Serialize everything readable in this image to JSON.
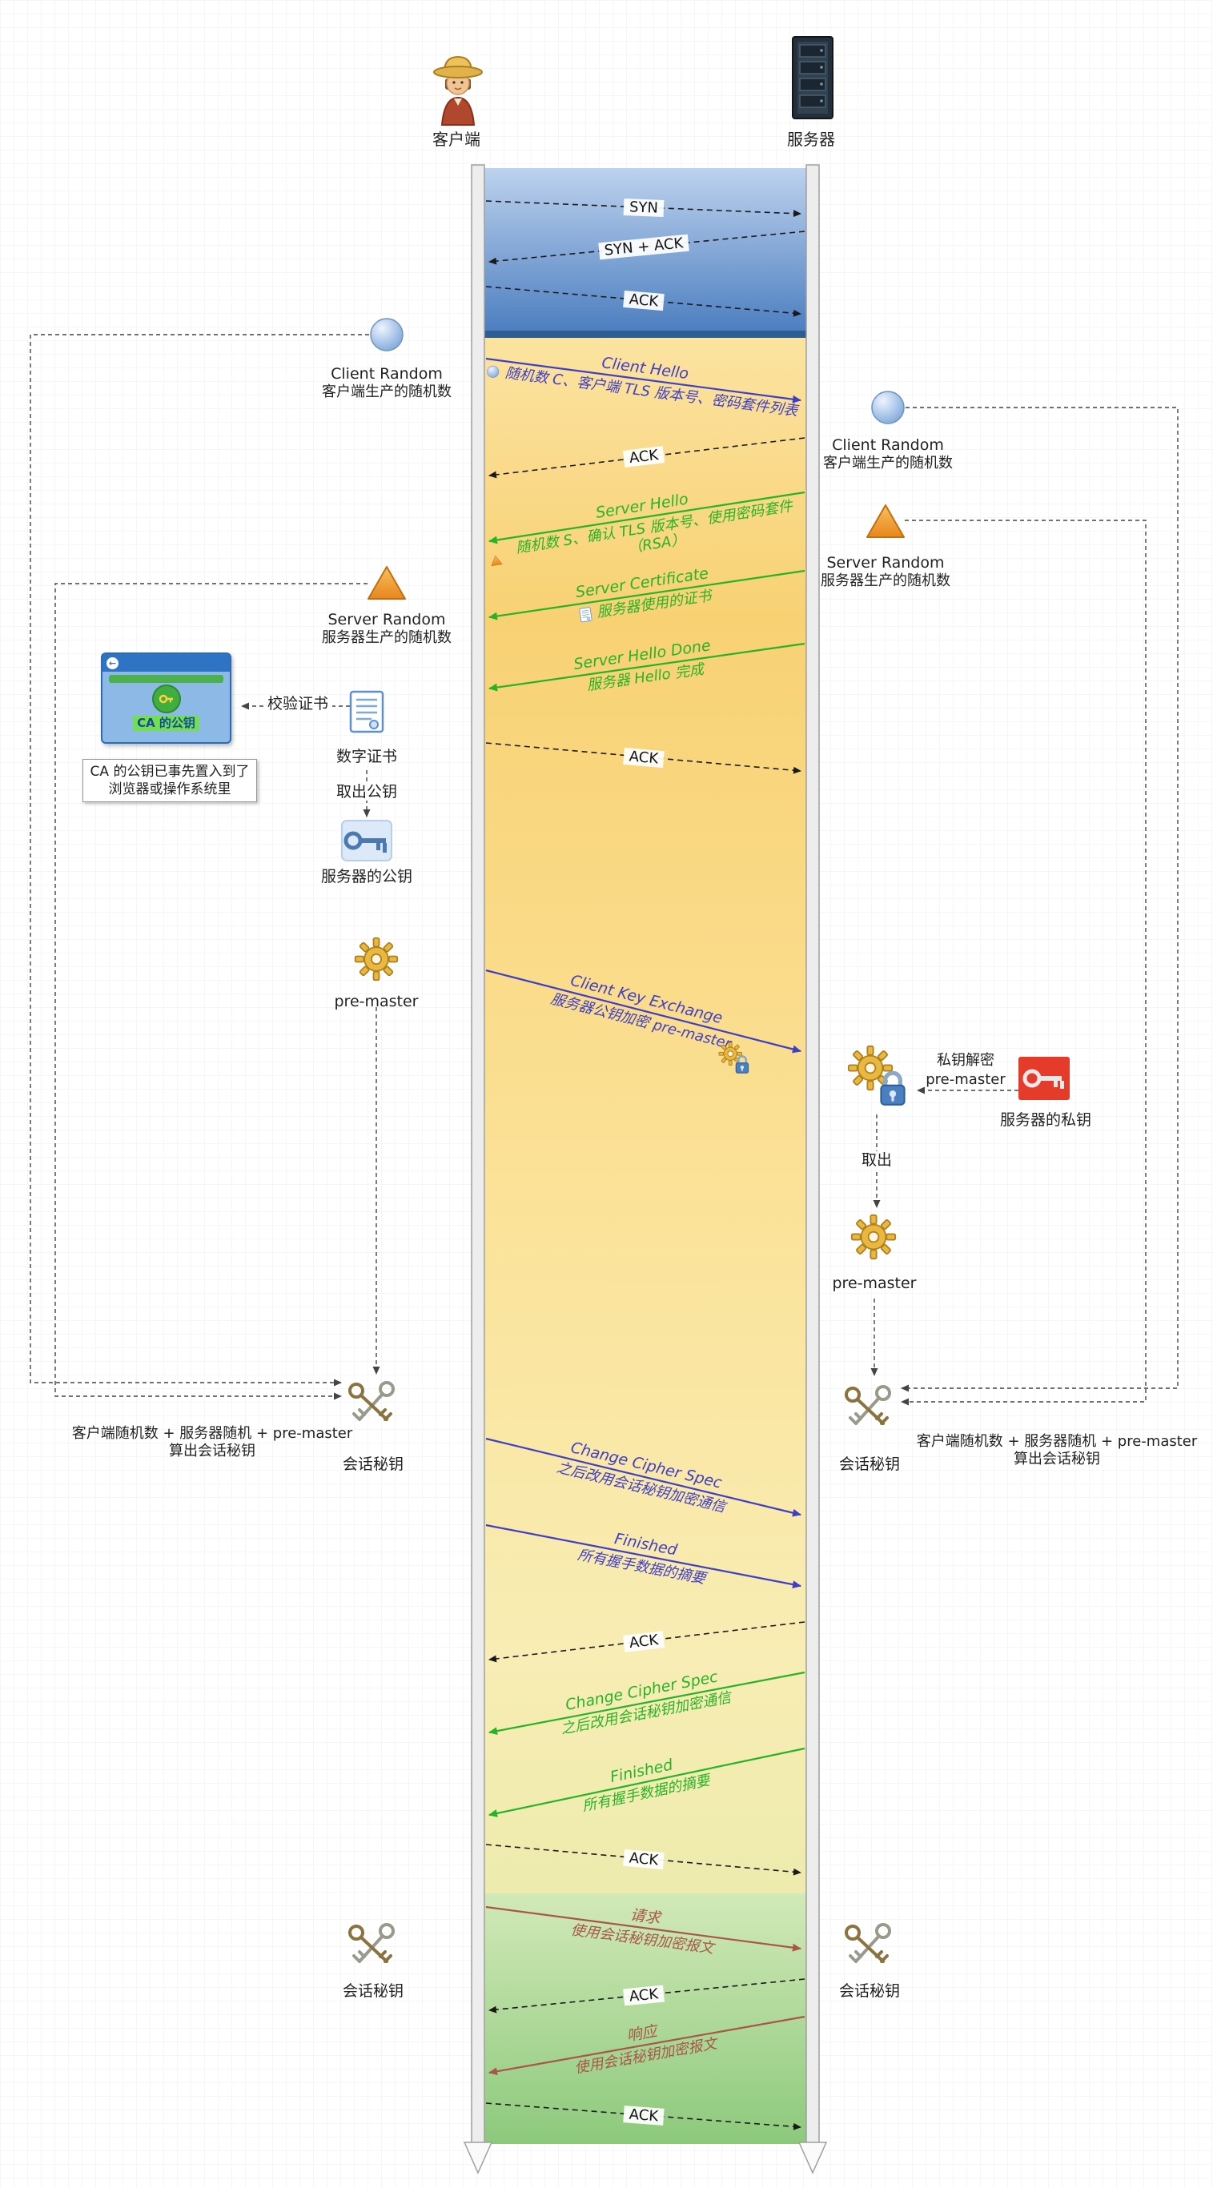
{
  "actors": {
    "client": "客户端",
    "server": "服务器"
  },
  "messages": [
    {
      "title": "SYN"
    },
    {
      "title": "SYN + ACK"
    },
    {
      "title": "ACK"
    },
    {
      "title": "Client Hello",
      "subtitle": "随机数 C、客户端 TLS 版本号、密码套件列表"
    },
    {
      "title": "ACK"
    },
    {
      "title": "Server Hello",
      "subtitle": "随机数 S、确认 TLS 版本号、使用密码套件（RSA）"
    },
    {
      "title": "Server Certificate",
      "subtitle": "服务器使用的证书"
    },
    {
      "title": "Server Hello Done",
      "subtitle": "服务器 Hello 完成"
    },
    {
      "title": "ACK"
    },
    {
      "title": "Client Key Exchange",
      "subtitle": "服务器公钥加密 pre-master"
    },
    {
      "title": "Change Cipher Spec",
      "subtitle": "之后改用会话秘钥加密通信"
    },
    {
      "title": "Finished",
      "subtitle": "所有握手数据的摘要"
    },
    {
      "title": "ACK"
    },
    {
      "title": "Change Cipher Spec",
      "subtitle": "之后改用会话秘钥加密通信"
    },
    {
      "title": "Finished",
      "subtitle": "所有握手数据的摘要"
    },
    {
      "title": "ACK"
    },
    {
      "title": "请求",
      "subtitle": "使用会话秘钥加密报文"
    },
    {
      "title": "ACK"
    },
    {
      "title": "响应",
      "subtitle": "使用会话秘钥加密报文"
    },
    {
      "title": "ACK"
    }
  ],
  "left": {
    "client_random_title": "Client Random",
    "client_random_sub": "客户端生产的随机数",
    "server_random_title": "Server Random",
    "server_random_sub": "服务器生产的随机数",
    "ca_key": "CA 的公钥",
    "ca_note1": "CA 的公钥已事先置入到了",
    "ca_note2": "浏览器或操作系统里",
    "verify_cert": "校验证书",
    "digital_cert": "数字证书",
    "extract_pubkey": "取出公钥",
    "server_pubkey": "服务器的公钥",
    "premaster": "pre-master",
    "session_key": "会话秘钥",
    "calc1": "客户端随机数 + 服务器随机 + pre-master",
    "calc2": "算出会话秘钥"
  },
  "right": {
    "client_random_title": "Client Random",
    "client_random_sub": "客户端生产的随机数",
    "server_random_title": "Server Random",
    "server_random_sub": "服务器生产的随机数",
    "private_decrypt": "私钥解密",
    "premaster_small": "pre-master",
    "server_privkey": "服务器的私钥",
    "extract": "取出",
    "premaster": "pre-master",
    "session_key": "会话秘钥",
    "calc1": "客户端随机数 + 服务器随机 + pre-master",
    "calc2": "算出会话秘钥"
  },
  "icons": {
    "client": "farmer-avatar-icon",
    "server": "server-rack-icon",
    "client_random": "blue-sphere-icon",
    "server_random": "orange-triangle-icon",
    "certificate": "digital-certificate-icon",
    "public_key": "blue-key-icon",
    "private_key": "red-key-icon",
    "premaster": "gear-icon",
    "session_key": "key-bunch-icon",
    "encrypted_premaster": "gear-lock-icon",
    "browser": "browser-icon"
  },
  "colors": {
    "tcp_band": "#4d7fc0",
    "tls_band": "#f8d276",
    "data_band": "#8fcb7e",
    "client_msg": "#3f3fc6",
    "server_msg": "#27b327",
    "app_msg": "#a8564a"
  }
}
